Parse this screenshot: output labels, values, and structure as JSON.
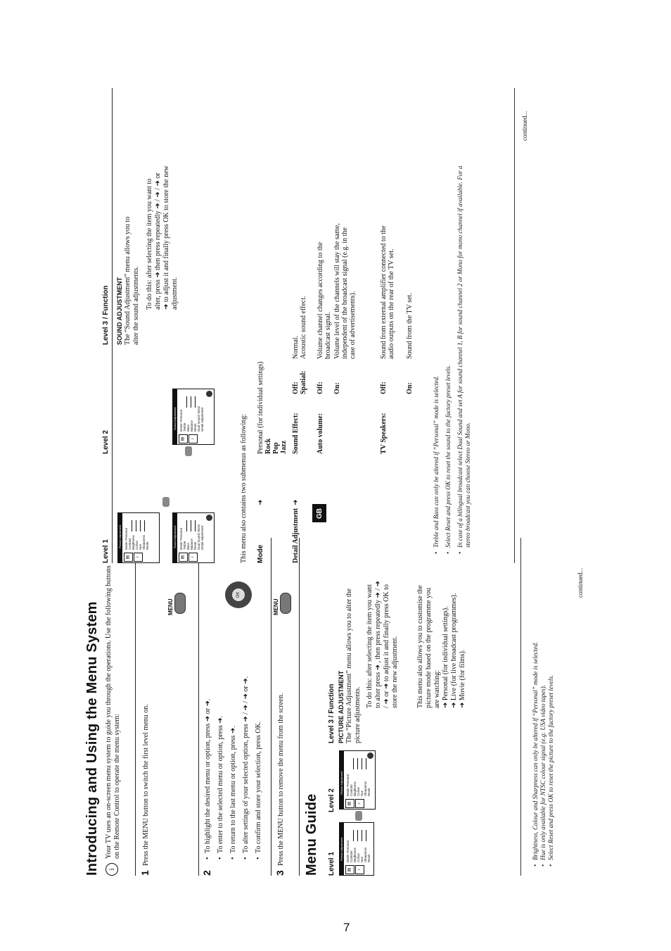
{
  "page_number": "7",
  "badge": "GB",
  "left": {
    "title": "Introducing and Using the Menu System",
    "info_icon": "i",
    "intro": "Your TV uses an on-screen menu system to guide you through the operations. Use the following buttons on the Remote Control to operate the menu system:",
    "step1_num": "1",
    "step1_text": "Press the MENU button to switch the first level menu on.",
    "menu_label": "MENU",
    "step2_num": "2",
    "step2_items": [
      "To highlight the desired menu or option, press ➜ or ➜.",
      "To enter to the selected menu or option, press ➜.",
      "To return to the last menu or option, press ➜.",
      "To alter settings of your selected option, press ➜ / ➜ / ➜ or ➜.",
      "To confirm and store your selection, press OK."
    ],
    "ok_label": "OK",
    "step3_num": "3",
    "step3_text": "Press the MENU button to remove the menu from the screen.",
    "menu_label2": "MENU",
    "guide_title": "Menu Guide",
    "col_level1": "Level 1",
    "col_level2": "Level 2",
    "col_level3": "Level 3 / Function",
    "pic_heading": "PICTURE ADJUSTMENT",
    "pic_text1": "The “Picture Adjustment” menu allows you to alter the picture adjustments.",
    "pic_text2": "To do this: after selecting the item you want to alter press ➜ , then press repeatedly ➜ / ➜ / ➜ or ➜ to adjust it and finally press OK to store the new adjustment.",
    "pic_text3": "This menu also allows you to customise the picture mode based on the programme you are watching:",
    "pic_modes": [
      "➜ Personal (for individual settings).",
      "➜ Live (for live broadcast programmes).",
      "➜ Movie (for films)."
    ],
    "notes": [
      "Brightness, Colour and Sharpness can only be altered if “Personal” mode is selected.",
      "Hue is only available for NTSC colour signal (e.g: USA video tapes).",
      "Select Reset and press OK to reset the picture to the factory preset levels."
    ],
    "continued": "continued...",
    "screen1_title": "Picture Adjustment",
    "screen1_rows": [
      "Mode: Personal",
      "Contrast",
      "Brightness",
      "Colour",
      "Hue",
      "Sharpness",
      "Reset"
    ],
    "screen2_title": "Picture Adjustment",
    "screen2_rows": [
      "Mode: Personal",
      "Contrast",
      "Brightness",
      "Colour",
      "Hue",
      "Sharpness",
      "Reset"
    ]
  },
  "right": {
    "col_level1": "Level 1",
    "col_level2": "Level  2",
    "col_level3": "Level 3 / Function",
    "sound_heading": "SOUND ADJUSTMENT",
    "sound_text1": "The “Sound Adjustment” menu allows you to alter the sound adjustments.",
    "sound_text2": "To do this: after selecting the item you want to alter, press ➜ then press repeatedly ➜ / ➜ / ➜ or ➜ to adjust it and finally press OK to store the new adjustment.",
    "submenus_intro": "This menu also contains two submenus as following:",
    "mode_label": "Mode",
    "modes": [
      "Personal (for individual settings)",
      "Rock",
      "Pop",
      "Jazz"
    ],
    "detail_label": "Detail Adjustment",
    "sound_effect_label": "Sound Effect:",
    "sound_effect_opts": [
      {
        "k": "Off:",
        "v": "Normal."
      },
      {
        "k": "Spatial:",
        "v": "Acoustic sound effect."
      }
    ],
    "auto_volume_label": "Auto volume:",
    "auto_volume_off": "Off:",
    "auto_volume_off_text": "Volume channel changes according to the broadcast signal.",
    "auto_volume_on": "On:",
    "auto_volume_on_text": "Volume level of the channels will stay the same, independent of the broadcast signal (e.g. in the case of advertisements).",
    "tv_speakers_label": "TV Speakers:",
    "tv_speakers_off": "Off:",
    "tv_speakers_off_text": "Sound from external amplifier connected to the audio outputs on the rear of the TV set.",
    "tv_speakers_on": "On:",
    "tv_speakers_on_text": "Sound from the TV set.",
    "notes": [
      "Treble and Bass can only be altered if “Personal” mode is selected.",
      "Select Reset and press OK to reset the sound to the factory preset levels.",
      "In case of a bilingual broadcast select Dual Sound and set A for sound channel 1, B for sound channel 2 or Mono for mono channel if available. For a stereo broadcast you can choose Stereo or Mono."
    ],
    "continued": "continued...",
    "screen1_title": "Picture Adjustment",
    "screen1_rows": [
      "Mode: Personal",
      "Contrast",
      "Brightness",
      "Colour",
      "Hue",
      "Sharpness",
      "Reset"
    ],
    "screen2_title": "Sound Adjustment",
    "screen2_rows": [
      "Mode: Personal",
      "Treble",
      "Bass",
      "Balance",
      "Reset",
      "Dual Sound: Mono",
      "Detail Adjustment"
    ],
    "screen3_title": "Sound Adjustment",
    "screen3_rows": [
      "Mode: Personal",
      "Treble",
      "Bass",
      "Balance",
      "Reset",
      "Dual Sound: Mono",
      "Detail Adjustment"
    ]
  }
}
